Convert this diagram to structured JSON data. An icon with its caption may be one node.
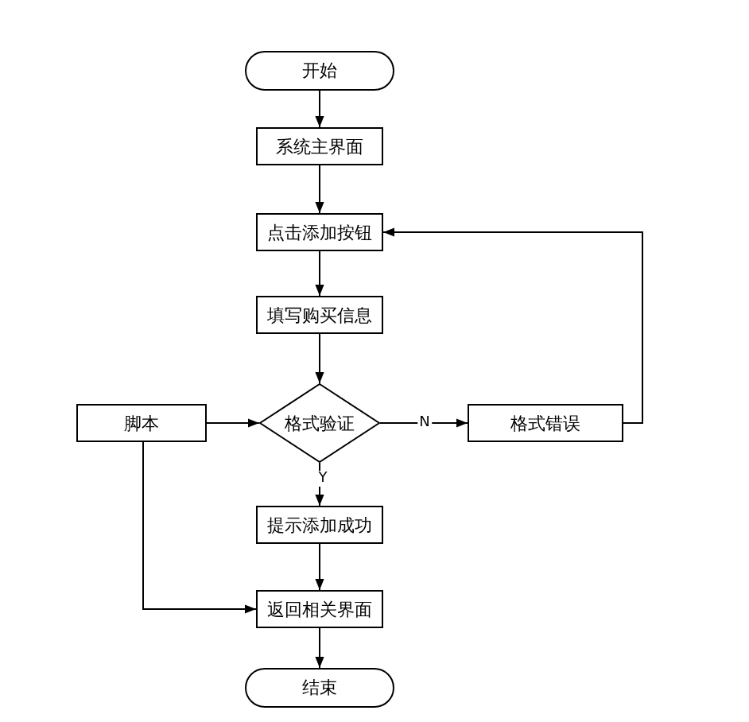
{
  "diagram": {
    "nodes": [
      {
        "text": [
          "开始"
        ]
      },
      {
        "text": [
          "系统主界面"
        ]
      },
      {
        "text": [
          "点击添加按钮"
        ]
      },
      {
        "text": [
          "填写购买信息"
        ]
      },
      {
        "text": [
          "格式验证"
        ]
      },
      {
        "text": [
          "格式错误"
        ]
      },
      {
        "text": [
          "脚本"
        ]
      },
      {
        "text": [
          "提示添加成功"
        ]
      },
      {
        "text": [
          "返回相关界面"
        ]
      },
      {
        "text": [
          "结束"
        ]
      }
    ],
    "edges": [
      {
        "from": 0,
        "to": 1,
        "arrow": "to"
      },
      {
        "from": 1,
        "to": 2,
        "arrow": "to"
      },
      {
        "from": 2,
        "to": 3,
        "arrow": "to"
      },
      {
        "from": 3,
        "to": 4,
        "arrow": "to"
      },
      {
        "from": 4,
        "to": 5,
        "arrow": "to",
        "label": "N"
      },
      {
        "from": 5,
        "to": 2,
        "arrow": "to"
      },
      {
        "from": 6,
        "to": 4,
        "arrow": "to"
      },
      {
        "from": 4,
        "to": 7,
        "arrow": "to",
        "label": "Y"
      },
      {
        "from": 7,
        "to": 8,
        "arrow": "to"
      },
      {
        "from": 6,
        "to": 8,
        "arrow": "to"
      },
      {
        "from": 8,
        "to": 9,
        "arrow": "to"
      }
    ]
  }
}
